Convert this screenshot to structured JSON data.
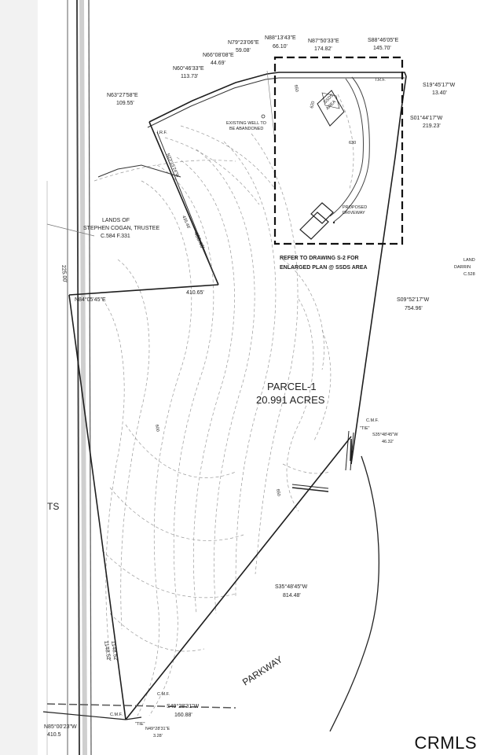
{
  "bearings": {
    "b1": "N79°23'06\"E",
    "b1d": "59.08'",
    "b2": "N88°13'43\"E",
    "b2d": "66.10'",
    "b3": "N87°50'33\"E",
    "b3d": "174.82'",
    "b4": "S88°46'05\"E",
    "b4d": "145.70'",
    "b5": "N66°08'08\"E",
    "b5d": "44.69'",
    "b6": "N60°46'33\"E",
    "b6d": "113.73'",
    "b7": "N63°27'58\"E",
    "b7d": "109.55'",
    "b8": "S19°45'17\"W",
    "b8d": "13.40'",
    "b9": "S01°44'17\"W",
    "b9d": "219.23'",
    "b10": "S09°52'17\"W",
    "b10d": "754.96'",
    "b11": "N84°05'45\"E",
    "b11d": "410.65'",
    "b12": "S35°48'45\"W",
    "b12d": "46.32'",
    "b13": "S35°48'45\"W",
    "b13d": "814.48'",
    "b14": "S49°28'31\"W",
    "b14d": "160.88'",
    "b15": "N49°28'31\"E",
    "b15d": "3.28'",
    "b16": "N85°00'23\"W",
    "b16d": "410.5",
    "b17": "1148.52'",
    "b18": "1148.52'",
    "b19": "460.46'",
    "b20": "435.46'",
    "b21": "225.00'",
    "b22": "N23°15'24\"W"
  },
  "labels": {
    "parcel_name": "PARCEL-1",
    "parcel_area": "20.991 ACRES",
    "lands_of": "LANDS OF",
    "owner": "STEPHEN COGAN, TRUSTEE",
    "owner_ref": "C.584 F.331",
    "refer_line1": "REFER TO DRAWING S-2 FOR",
    "refer_line2": "ENLARGED PLAN @ SSDS AREA",
    "existing_well_1": "EXISTING WELL TO",
    "existing_well_2": "BE ABANDONED",
    "ssds_1": "SSDS",
    "ssds_2": "AREA",
    "proposed_1": "PROPOSED",
    "proposed_2": "DRIVEWAY",
    "land_right_1": "LAND",
    "land_right_2": "DARRIN",
    "land_right_3": "C.528",
    "road": "PARKWAY",
    "side_road_fragment": "TS",
    "tie_1": "\"TIE\"",
    "tie_2": "\"TIE\"",
    "cmf_1": "C.M.F.",
    "cmf_2": "C.M.F.",
    "cmf_3": "C.M.F.",
    "irf_1": "I.R.F.",
    "irf_2": "I.R.F.",
    "contour_650a": "650",
    "contour_650b": "650",
    "contour_630": "630",
    "contour_620": "620",
    "contour_600": "600"
  },
  "watermark": "CRMLS"
}
